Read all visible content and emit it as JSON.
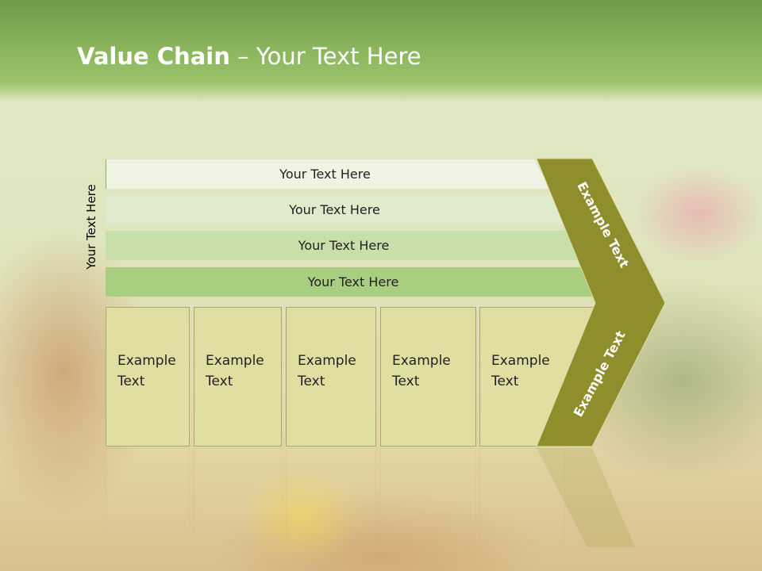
{
  "slide": {
    "title_bold": "Value Chain",
    "title_rest": " – Your Text Here",
    "side_label": "Your Text Here"
  },
  "bands": [
    {
      "text": "Your Text Here"
    },
    {
      "text": "Your Text Here"
    },
    {
      "text": "Your Text Here"
    },
    {
      "text": "Your Text Here"
    }
  ],
  "boxes": [
    {
      "line1": "Example",
      "line2": "Text"
    },
    {
      "line1": "Example",
      "line2": "Text"
    },
    {
      "line1": "Example",
      "line2": "Text"
    },
    {
      "line1": "Example",
      "line2": "Text"
    },
    {
      "line1": "Example",
      "line2": "Text"
    }
  ],
  "chevron": {
    "upper_text": "Example Text",
    "lower_text": "Example Text"
  },
  "colors": {
    "header_green": "#89b45c",
    "chevron_olive": "#8e8f2c",
    "box_fill": "#e0dfa1"
  }
}
